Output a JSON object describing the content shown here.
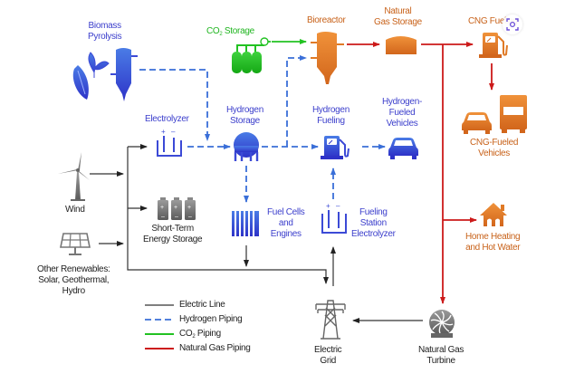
{
  "title": "Hydrogen and Natural Gas Energy System Diagram",
  "colors": {
    "hydrogen": "#3a6fd8",
    "co2": "#22c222",
    "natural_gas": "#cc1a1a",
    "electric": "#333333",
    "blue_icon": "#3c4ad6",
    "orange_icon": "#e07a26",
    "gray_icon": "#707070"
  },
  "nodes": {
    "biomass": {
      "line1": "Biomass",
      "line2": "Pyrolysis"
    },
    "co2_storage": {
      "prefix": "CO",
      "sub": "2",
      "suffix": " Storage"
    },
    "bioreactor": {
      "label": "Bioreactor"
    },
    "ng_storage": {
      "line1": "Natural",
      "line2": "Gas Storage"
    },
    "cng_fueling": {
      "label": "CNG Fueling"
    },
    "electrolyzer": {
      "label": "Electrolyzer"
    },
    "h2_storage": {
      "line1": "Hydrogen",
      "line2": "Storage"
    },
    "h2_fueling": {
      "line1": "Hydrogen",
      "line2": "Fueling"
    },
    "h2_vehicles": {
      "line1": "Hydrogen-",
      "line2": "Fueled",
      "line3": "Vehicles"
    },
    "cng_vehicles": {
      "line1": "CNG-Fueled",
      "line2": "Vehicles"
    },
    "wind": {
      "label": "Wind"
    },
    "short_term": {
      "line1": "Short-Term",
      "line2": "Energy Storage"
    },
    "fuel_cells": {
      "line1": "Fuel Cells",
      "line2": "and",
      "line3": "Engines"
    },
    "fs_electrolyzer": {
      "line1": "Fueling",
      "line2": "Station",
      "line3": "Electrolyzer"
    },
    "home": {
      "line1": "Home Heating",
      "line2": "and Hot Water"
    },
    "other_renewables": {
      "line1": "Other Renewables:",
      "line2": "Solar, Geothermal,",
      "line3": "Hydro"
    },
    "electric_grid": {
      "line1": "Electric",
      "line2": "Grid"
    },
    "ng_turbine": {
      "line1": "Natural Gas",
      "line2": "Turbine"
    }
  },
  "legend": [
    {
      "label": "Electric Line",
      "style": "solid",
      "color": "#555555"
    },
    {
      "label": "Hydrogen Piping",
      "style": "dashed",
      "color": "#3a6fd8"
    },
    {
      "label_prefix": "CO",
      "label_sub": "2",
      "label_suffix": " Piping",
      "style": "solid",
      "color": "#22c222"
    },
    {
      "label": "Natural Gas Piping",
      "style": "solid",
      "color": "#cc1a1a"
    }
  ],
  "overlay": {
    "icon": "visual-search-icon"
  }
}
